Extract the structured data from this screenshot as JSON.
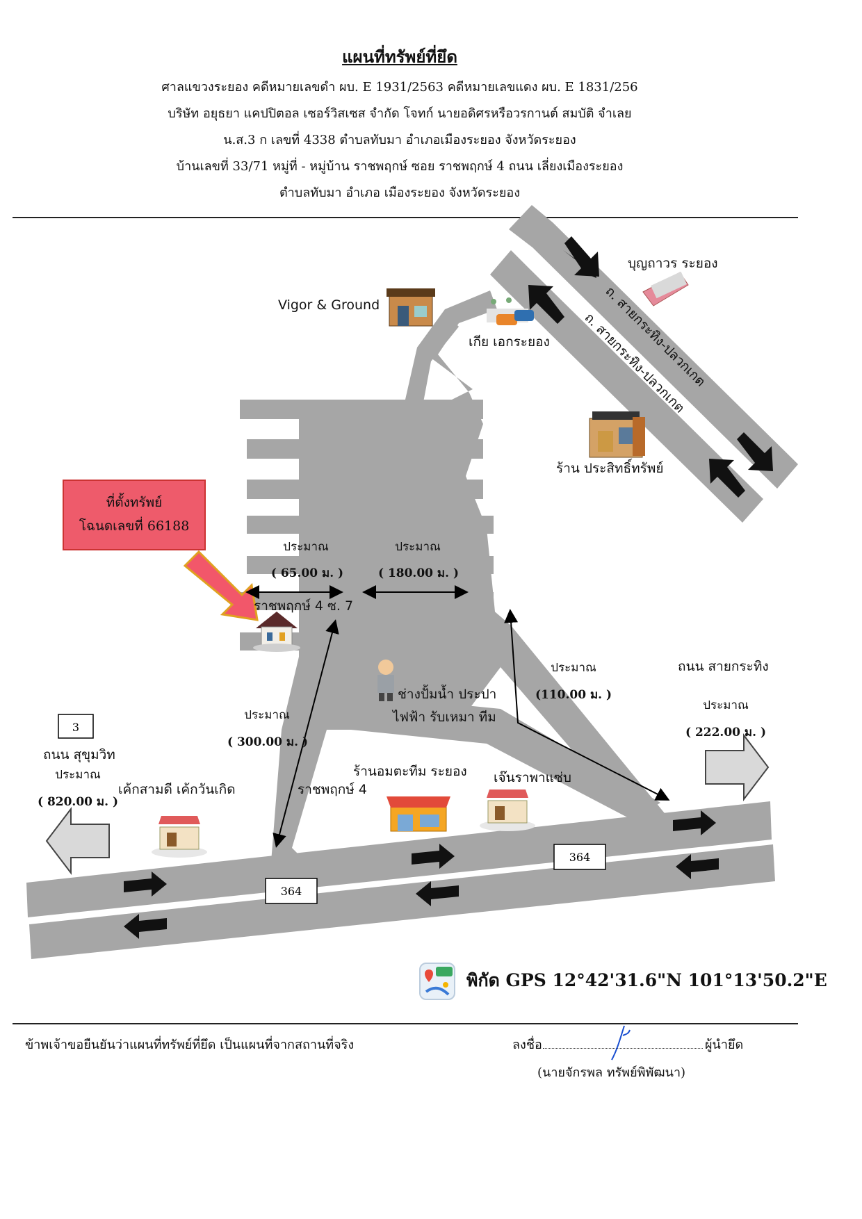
{
  "header": {
    "title": "แผนที่ทรัพย์ที่ยึด",
    "line1": "ศาลแขวงระยอง คดีหมายเลขดำ ผบ. E 1931/2563 คดีหมายเลขแดง ผบ. E 1831/256",
    "line2": "บริษัท อยุธยา แคปปิตอล เซอร์วิสเซส จำกัด โจทก์ นายอดิศรหรือวรกานต์ สมบัติ จำเลย",
    "line3": "น.ส.3 ก เลขที่ 4338 ตำบลทับมา อำเภอเมืองระยอง จังหวัดระยอง",
    "line4": "บ้านเลขที่ 33/71 หมู่ที่ - หมู่บ้าน ราชพฤกษ์ ซอย ราชพฤกษ์ 4 ถนน เลี่ยงเมืองระยอง",
    "line5": "ตำบลทับมา อำเภอ เมืองระยอง จังหวัดระยอง"
  },
  "map": {
    "property_box": {
      "line1": "ที่ตั้งทรัพย์",
      "line2": "โฉนดเลขที่ 66188"
    },
    "labels": {
      "vigor": "Vigor & Ground",
      "boonthavorn": "บุญถาวร ระยอง",
      "road_upper1": "ถ. สายกระทิง-ปลวกเกต",
      "road_upper2": "ถ. สายกระทิง-ปลวกเกต",
      "kia": "เกีย เอกระยอง",
      "prasit": "ร้าน ประสิทธิ์ทรัพย์",
      "soi7": "ราชพฤกษ์ 4 ซ. 7",
      "plumber1": "ช่างปั้มน้ำ ประปา",
      "plumber2": "ไฟฟ้า รับเหมา ทีม",
      "amata": "ร้านอมตะทีม ระยอง",
      "jen": "เจ๊นราพาแซ่บ",
      "cake": "เค้กสามดี เค้กวันเกิด",
      "soi4": "ราชพฤกษ์ 4",
      "sukhumvit": "ถนน สุขุมวิท",
      "kratin": "ถนน สายกระทิง",
      "road3": "3",
      "road364a": "364",
      "road364b": "364"
    },
    "distances": {
      "d65_label": "ประมาณ",
      "d65": "( 65.00 ม. )",
      "d180_label": "ประมาณ",
      "d180": "( 180.00 ม. )",
      "d110_label": "ประมาณ",
      "d110": "(110.00 ม. )",
      "d300_label": "ประมาณ",
      "d300": "( 300.00 ม. )",
      "d222_label": "ประมาณ",
      "d222": "( 222.00 ม. )",
      "d820_label": "ประมาณ",
      "d820": "( 820.00 ม. )"
    },
    "colors": {
      "road": "#a6a6a6",
      "property_box": "#ee5b6b",
      "pointer_arrow": "#f2576a"
    },
    "icons": [
      "vigor-shop-icon",
      "boonthavorn-building-icon",
      "kia-cars-icon",
      "prasit-shop-icon",
      "house-icon",
      "plumber-icon",
      "amata-shop-icon",
      "jen-shop-icon",
      "cake-shop-icon",
      "gps-map-icon"
    ]
  },
  "gps": {
    "text": "พิกัด GPS 12°42'31.6\"N 101°13'50.2\"E"
  },
  "footer": {
    "statement": "ข้าพเจ้าขอยืนยันว่าแผนที่ทรัพย์ที่ยึด เป็นแผนที่จากสถานที่จริง",
    "sign_label": "ลงชื่อ",
    "sign_role": "ผู้นำยึด",
    "signer": "(นายจักรพล ทรัพย์พิพัฒนา)"
  }
}
